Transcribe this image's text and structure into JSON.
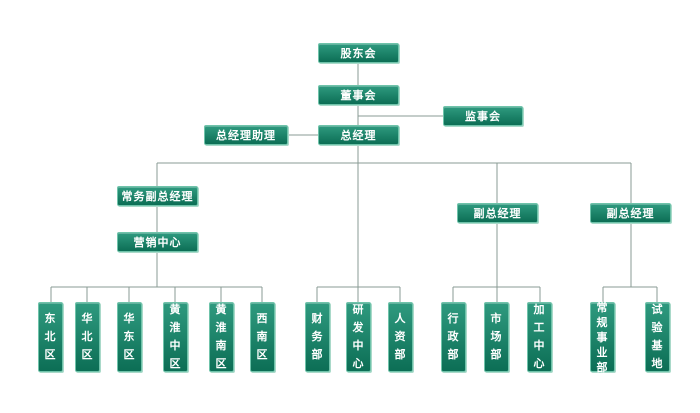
{
  "top": {
    "shareholders": "股东会",
    "board": "董事会",
    "supervisors": "监事会",
    "gm": "总经理",
    "gm_assistant": "总经理助理"
  },
  "branches": {
    "exec_vp": "常务副总经理",
    "marketing_center": "营销中心",
    "vp_a": "副总经理",
    "vp_b": "副总经理"
  },
  "sales_regions": [
    "东北区",
    "华北区",
    "华东区",
    "黄淮中区",
    "黄淮南区",
    "西南区"
  ],
  "gm_departments": [
    "财务部",
    "研发中心",
    "人资部"
  ],
  "vp_a_departments": [
    "行政部",
    "市场部",
    "加工中心"
  ],
  "vp_b_departments": [
    "常规事业部",
    "试验基地"
  ]
}
